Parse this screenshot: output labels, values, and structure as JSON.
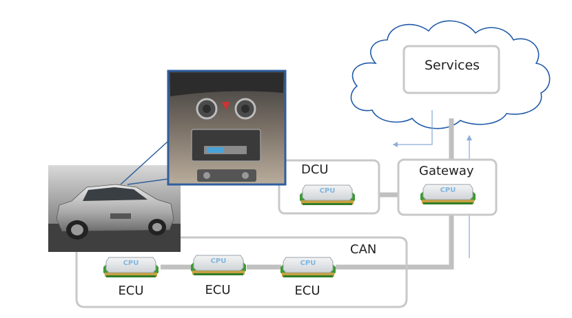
{
  "services": {
    "label": "Services"
  },
  "dcu": {
    "label": "DCU",
    "chip": "CPU"
  },
  "gateway": {
    "label": "Gateway",
    "chip": "CPU"
  },
  "bus": {
    "label": "CAN"
  },
  "ecus": [
    {
      "label": "ECU",
      "chip": "CPU"
    },
    {
      "label": "ECU",
      "chip": "CPU"
    },
    {
      "label": "ECU",
      "chip": "CPU"
    }
  ],
  "colors": {
    "line": "#c0c0c0",
    "box_border": "#c8c8c8",
    "cloud_stroke": "#1f5aa8",
    "arrow": "#8aaed8",
    "chip_green": "#3c9a32",
    "chip_gold": "#c8a040"
  }
}
